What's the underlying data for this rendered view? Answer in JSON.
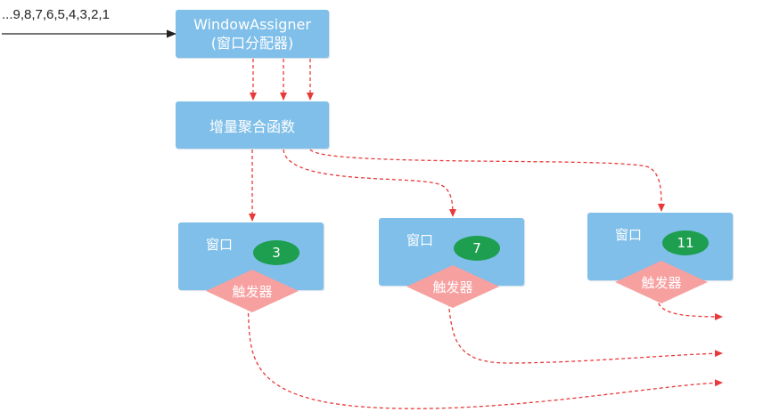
{
  "input_sequence": "...9,8,7,6,5,4,3,2,1",
  "assigner": {
    "title": "WindowAssigner",
    "subtitle": "(窗口分配器)"
  },
  "aggregator": {
    "label": "增量聚合函数"
  },
  "windows": [
    {
      "label": "窗口",
      "count": "3",
      "trigger": "触发器"
    },
    {
      "label": "窗口",
      "count": "7",
      "trigger": "触发器"
    },
    {
      "label": "窗口",
      "count": "11",
      "trigger": "触发器"
    }
  ],
  "colors": {
    "box_fill": "#7fbfe9",
    "badge_fill": "#1e9e4f",
    "trigger_fill": "#f7a0a0",
    "arrow_dashed": "#e83a3a",
    "arrow_solid": "#222222"
  }
}
